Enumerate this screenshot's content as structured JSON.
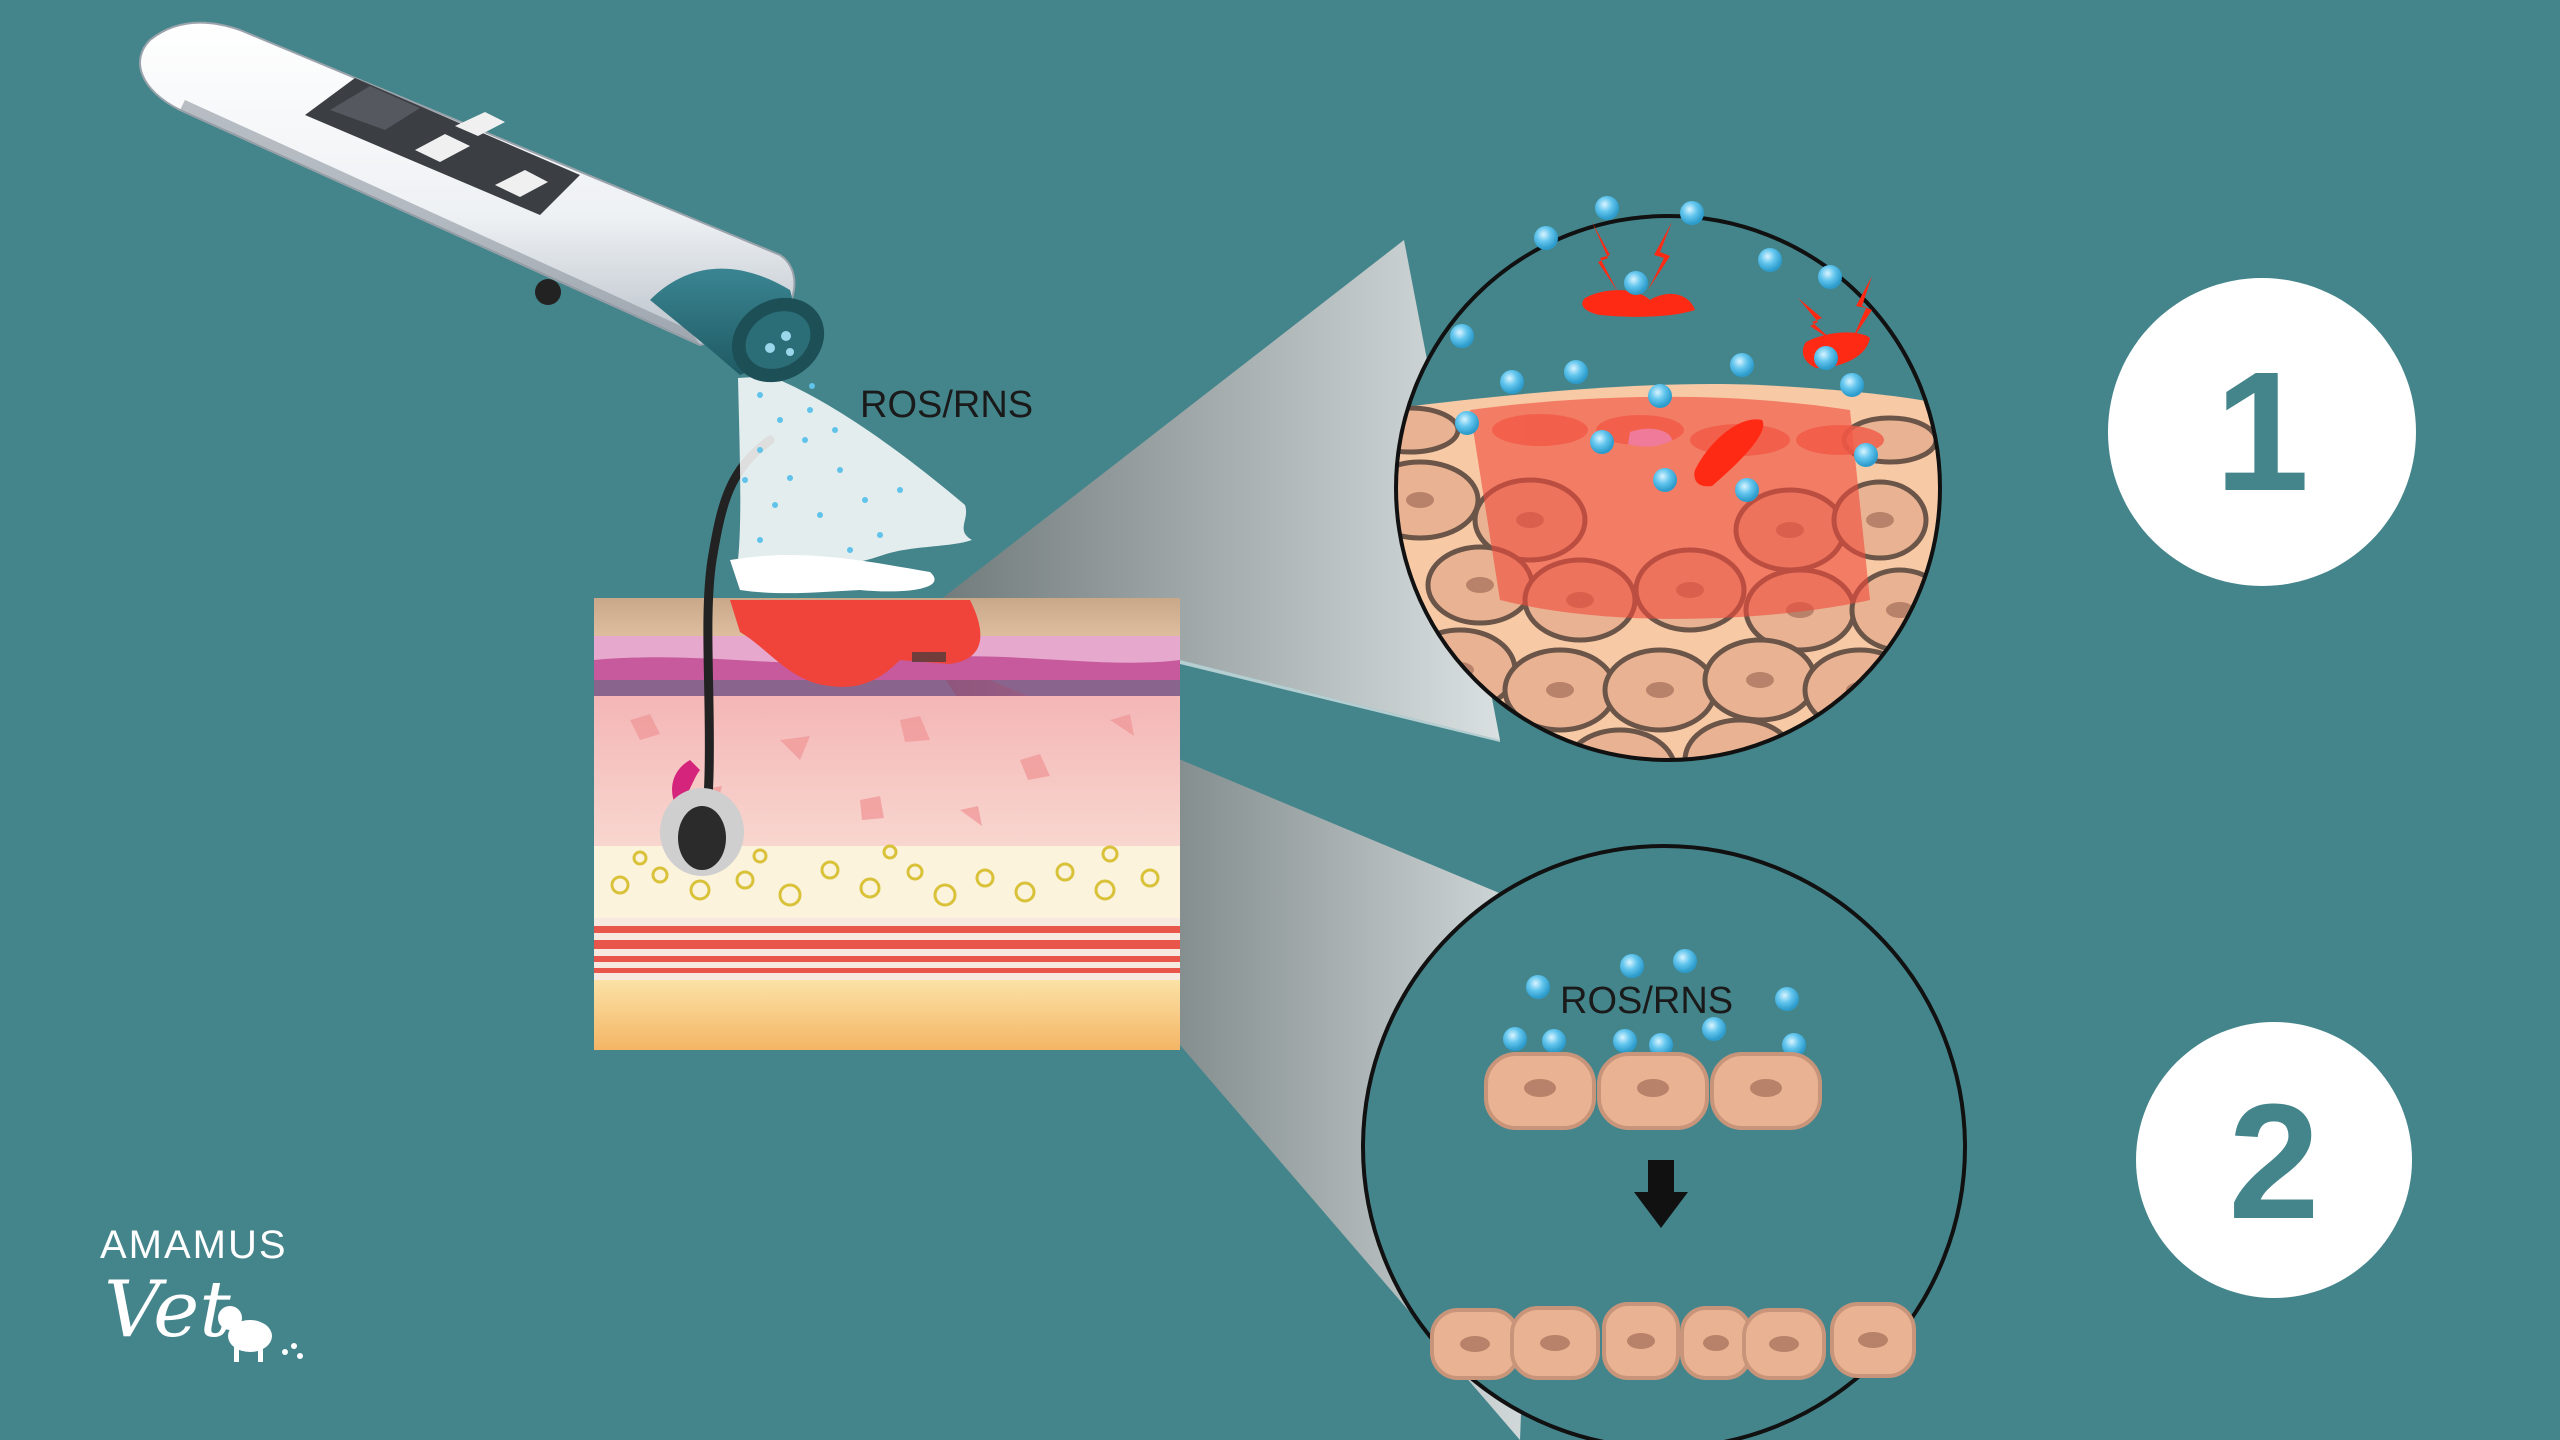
{
  "labels": {
    "spray": "ROS/RNS",
    "zoom2": "ROS/RNS"
  },
  "steps": {
    "one": "1",
    "two": "2"
  },
  "brand": {
    "line1": "AMAMUS",
    "line2": "Vet"
  },
  "colors": {
    "background": "#44858c",
    "device_accent": "#2f6f79",
    "particle": "#5fc3ea",
    "tissue_red": "#f04a3a",
    "cell_fill": "#e9b292",
    "cell_nucleus": "#b8826a",
    "fat_yellow": "#d9c23a"
  },
  "icons": {
    "device": "cold-plasma-pen-icon",
    "bacteria": "bacteria-icon",
    "lightning": "lightning-bolt-icon",
    "arrow": "arrow-down-icon",
    "hair": "hair-follicle-icon",
    "dog": "dog-icon"
  }
}
